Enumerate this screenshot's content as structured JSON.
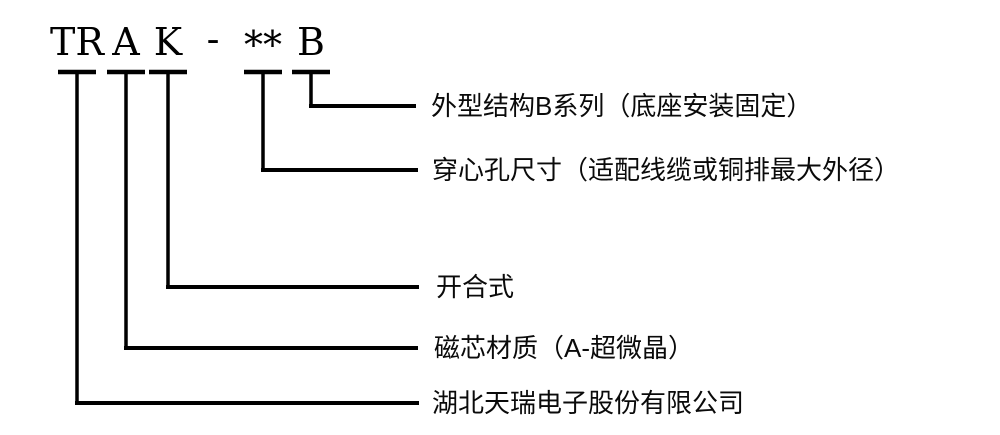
{
  "diagram": {
    "title_code": "TR A K - ** B",
    "separator": "-",
    "items": [
      {
        "code": "B",
        "label": "外型结构B系列（底座安装固定）"
      },
      {
        "code": "**",
        "label": "穿心孔尺寸（适配线缆或铜排最大外径）"
      },
      {
        "code": "K",
        "label": "开合式"
      },
      {
        "code": "A",
        "label": "磁芯材质（A-超微晶）"
      },
      {
        "code": "TR",
        "label": "湖北天瑞电子股份有限公司"
      }
    ],
    "colors": {
      "line": "#000000",
      "text": "#000000",
      "background": "#ffffff"
    }
  }
}
